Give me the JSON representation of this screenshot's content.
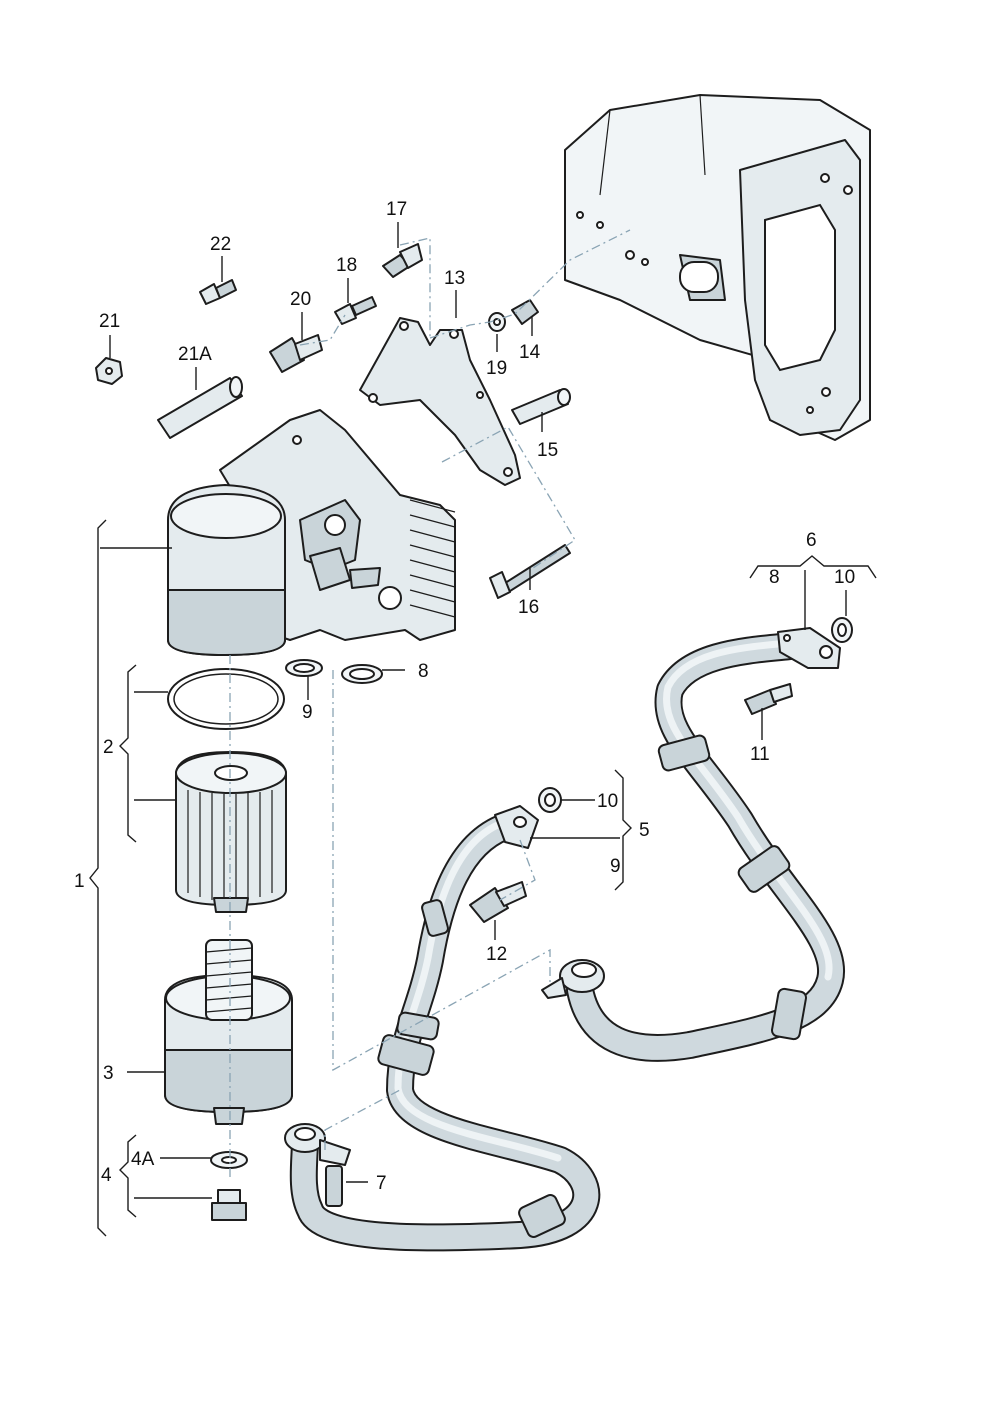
{
  "diagram": {
    "callouts": {
      "c1": "1",
      "c2": "2",
      "c3": "3",
      "c4": "4",
      "c4a": "4A",
      "c5": "5",
      "c6": "6",
      "c7": "7",
      "c8a": "8",
      "c8b": "8",
      "c9a": "9",
      "c9b": "9",
      "c10a": "10",
      "c10b": "10",
      "c11": "11",
      "c12": "12",
      "c13": "13",
      "c14": "14",
      "c15": "15",
      "c16": "16",
      "c17": "17",
      "c18": "18",
      "c19": "19",
      "c20": "20",
      "c21": "21",
      "c21a": "21A",
      "c22": "22"
    }
  }
}
